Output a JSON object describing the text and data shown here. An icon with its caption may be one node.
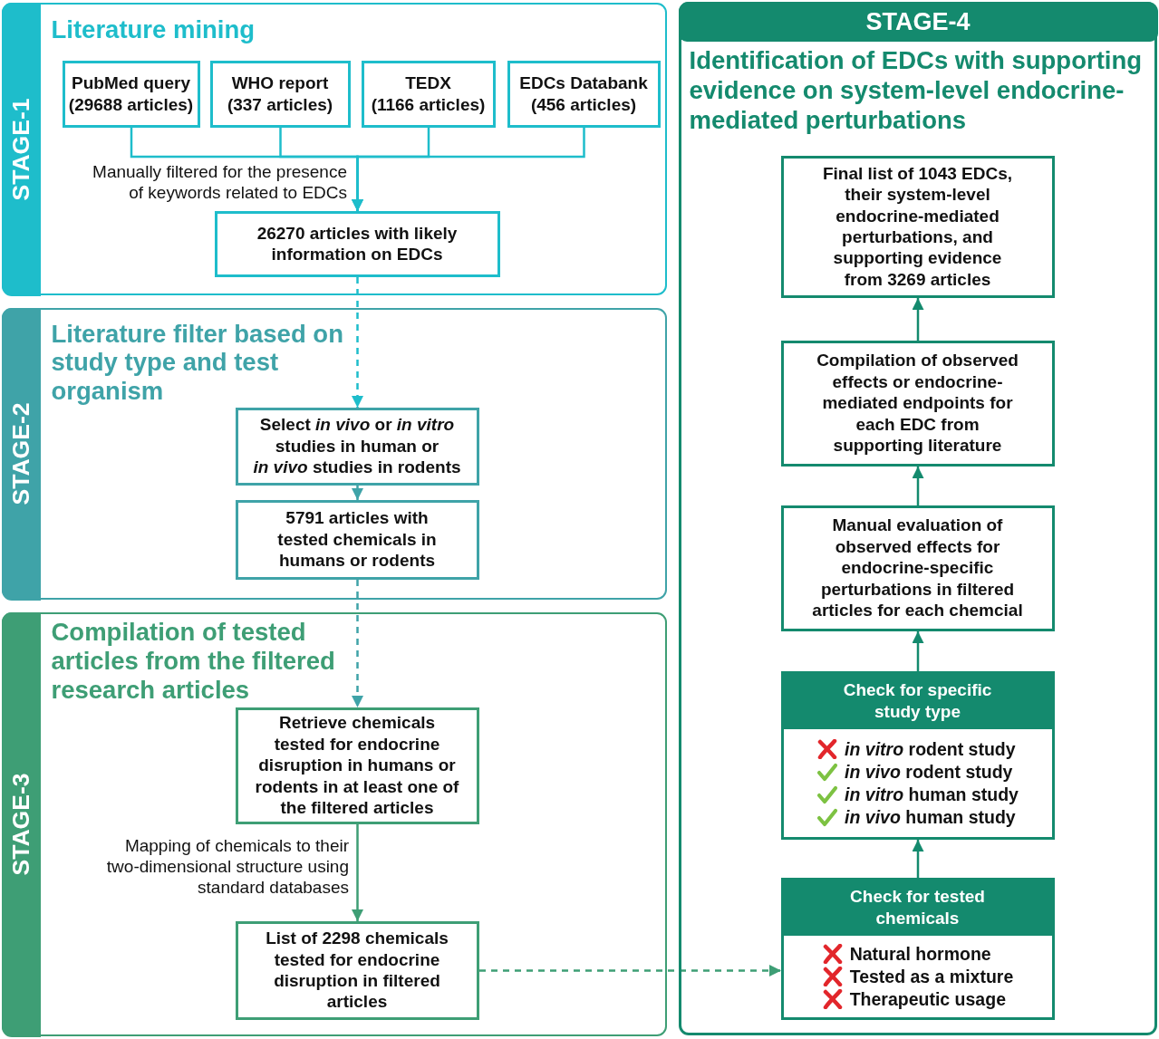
{
  "diagram": {
    "nodes": [
      {
        "text": [
          "STAGE-1",
          "Literature mining"
        ]
      },
      {
        "text": [
          "PubMed query",
          "(29688 articles)"
        ],
        "in": 0
      },
      {
        "text": [
          "WHO report",
          "(337 articles)"
        ],
        "in": 0
      },
      {
        "text": [
          "TEDX",
          "(1166 articles)"
        ],
        "in": 0
      },
      {
        "text": [
          "EDCs Databank",
          "(456 articles)"
        ],
        "in": 0
      },
      {
        "text": [
          "26270 articles with likely information on EDCs"
        ],
        "in": 0
      },
      {
        "text": [
          "STAGE-2",
          "Literature filter based on study type and test organism"
        ]
      },
      {
        "text": [
          "Select *in vivo* or *in vitro* studies in human or *in vivo* studies in rodents"
        ],
        "in": 6
      },
      {
        "text": [
          "5791 articles with tested chemicals in humans or rodents"
        ],
        "in": 6
      },
      {
        "text": [
          "STAGE-3",
          "Compilation of tested articles from the filtered research articles"
        ]
      },
      {
        "text": [
          "Retrieve chemicals tested for endocrine disruption in humans or rodents in at least one of the filtered articles"
        ],
        "in": 9
      },
      {
        "text": [
          "List of 2298 chemicals tested for endocrine disruption in filtered articles"
        ],
        "in": 9
      },
      {
        "text": [
          "STAGE-4",
          "Identification of EDCs with supporting evidence on system-level endocrine-mediated perturbations"
        ]
      },
      {
        "text": [
          "Final list of 1043 EDCs, their system-level endocrine-mediated perturbations, and supporting evidence from 3269 articles"
        ],
        "in": 12
      },
      {
        "text": [
          "Compilation of observed effects or endocrine-mediated endpoints for each EDC from supporting literature"
        ],
        "in": 12
      },
      {
        "text": [
          "Manual evaluation of observed effects for endocrine-specific perturbations in filtered articles for each chemcial"
        ],
        "in": 12
      },
      {
        "text": [
          "Check for specific study type",
          "*in vitro* rodent study",
          "*in vivo* rodent study",
          "*in vitro* human study",
          "*in vivo* human study"
        ],
        "in": 12
      },
      {
        "text": [
          "Check for tested chemicals",
          "Natural hormone",
          "Tested as a mixture",
          "Therapeutic usage"
        ],
        "in": 12
      }
    ],
    "edges": [
      {
        "from": 1,
        "to": 5,
        "arrow": "to",
        "label": "Manually filtered for the presence of keywords related to EDCs"
      },
      {
        "from": 2,
        "to": 5,
        "arrow": "to"
      },
      {
        "from": 3,
        "to": 5,
        "arrow": "to"
      },
      {
        "from": 4,
        "to": 5,
        "arrow": "to"
      },
      {
        "from": 5,
        "to": 7,
        "arrow": "to",
        "style": "dashed"
      },
      {
        "from": 7,
        "to": 8,
        "arrow": "to",
        "color": "#3fa3a8"
      },
      {
        "from": 8,
        "to": 10,
        "arrow": "to",
        "style": "dashed",
        "color": "#3fa3a8"
      },
      {
        "from": 10,
        "to": 11,
        "arrow": "to",
        "label": "Mapping of chemicals to their two-dimensional structure using standard databases",
        "color": "#3e9e75"
      },
      {
        "from": 11,
        "to": 17,
        "arrow": "to",
        "style": "dashed",
        "color": "#3e9e75"
      },
      {
        "from": 17,
        "to": 16,
        "arrow": "to",
        "color": "#148a6e"
      },
      {
        "from": 16,
        "to": 15,
        "arrow": "to",
        "color": "#148a6e"
      },
      {
        "from": 15,
        "to": 14,
        "arrow": "to",
        "color": "#148a6e"
      },
      {
        "from": 14,
        "to": 13,
        "arrow": "to",
        "color": "#148a6e"
      }
    ]
  }
}
